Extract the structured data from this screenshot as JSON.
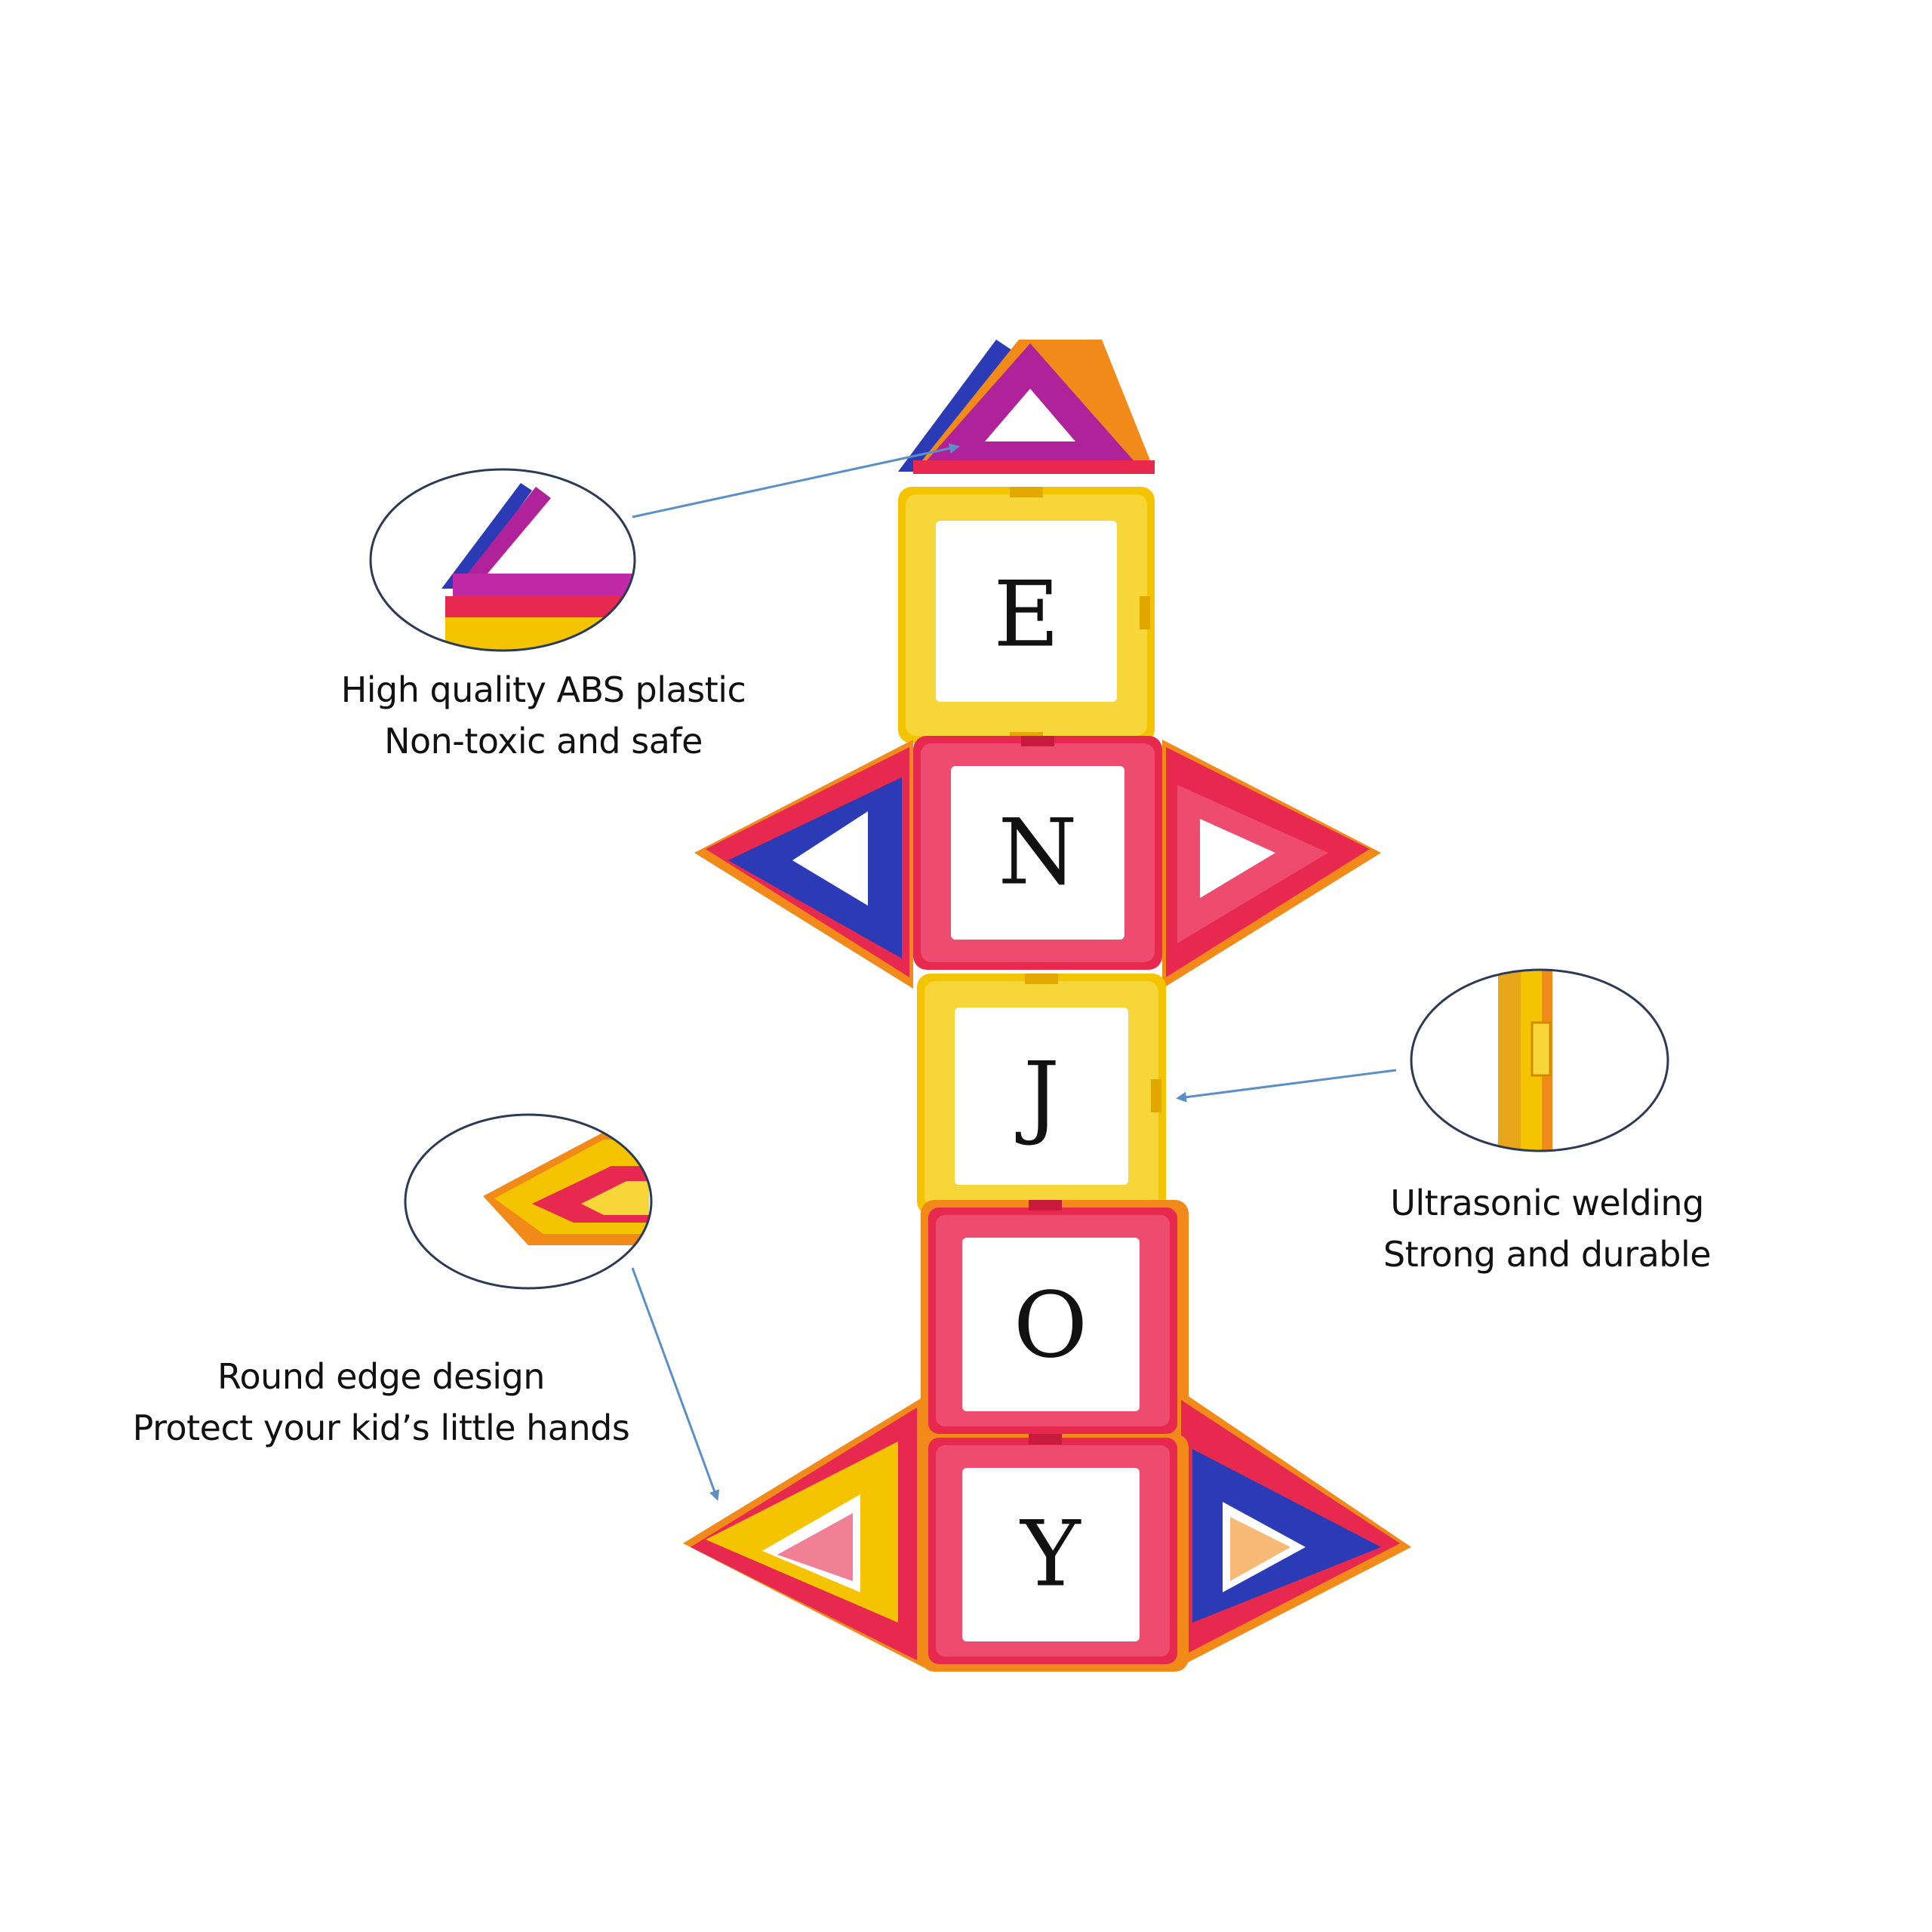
{
  "letters": [
    "E",
    "N",
    "J",
    "O",
    "Y"
  ],
  "callouts": {
    "abs": {
      "line1": "High quality ABS plastic",
      "line2": "Non-toxic and safe"
    },
    "welding": {
      "line1": "Ultrasonic welding",
      "line2": "Strong and durable"
    },
    "round_edge": {
      "line1": "Round edge design",
      "line2": "Protect your kid’s little hands"
    }
  },
  "colors": {
    "yellow": "#f5c400",
    "red": "#e8294f",
    "magenta": "#b0229a",
    "blue": "#2a3bb5",
    "orange": "#f28a1a",
    "arrow": "#5b8fc7"
  }
}
